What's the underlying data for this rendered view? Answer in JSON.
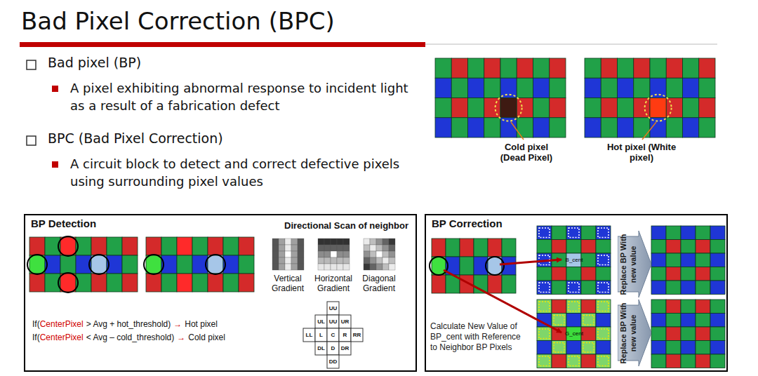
{
  "diagram": {
    "title": "Bad Pixel Correction (BPC)",
    "nodes": [
      {
        "text": [
          "BP Detection"
        ]
      },
      {
        "text": [
          "BP Correction"
        ]
      },
      {
        "text": [
          "Replace BP With new value"
        ],
        "in": 1
      },
      {
        "text": [
          "Replace BP With new value"
        ],
        "in": 1
      }
    ],
    "labels": [
      "Bad pixel (BP)",
      "A pixel exhibiting abnormal response to incident light as a result of a fabrication defect",
      "BPC (Bad Pixel Correction)",
      "A circuit block to detect and correct defective pixels using surrounding pixel values",
      "Cold pixel (Dead Pixel)",
      "Hot pixel (White pixel)",
      "Directional Scan of neighbor",
      "Vertical Gradient",
      "Horizontal Gradient",
      "Diagonal Gradient",
      "If(",
      "CenterPixel",
      "> Avg + hot_threshold)",
      "→",
      "Hot pixel",
      "If(",
      "CenterPixel",
      "< Avg – cold_threshold)",
      "→",
      "Cold pixel",
      "UU",
      "UL",
      "UU",
      "UR",
      "LL",
      "L",
      "C",
      "R",
      "RR",
      "DL",
      "D",
      "DR",
      "DD",
      "B_cent",
      "G_cent",
      "Calculate New Value of BP_cent with Reference to Neighbor BP Pixels"
    ]
  }
}
